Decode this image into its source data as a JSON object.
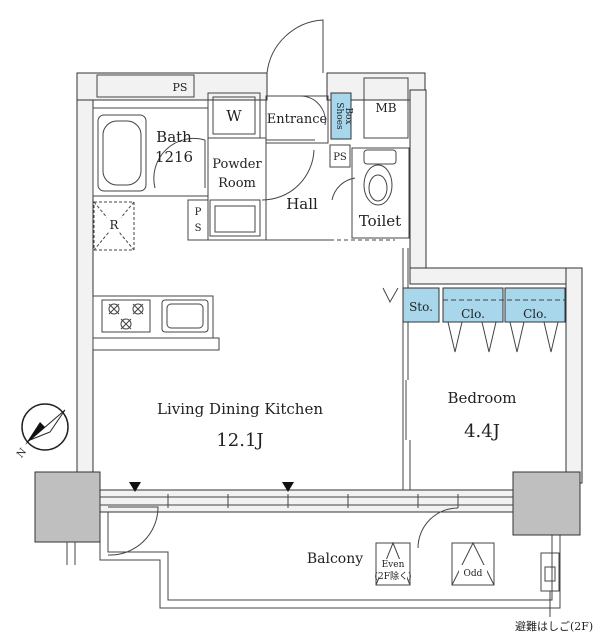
{
  "rooms": {
    "ps_top": "PS",
    "washer": "W",
    "entrance": "Entrance",
    "shoes_box_line1": "Shoes",
    "shoes_box_line2": "Box",
    "mb": "MB",
    "bath_name": "Bath",
    "bath_size": "1216",
    "powder_room_line1": "Powder",
    "powder_room_line2": "Room",
    "ps_mid": "PS",
    "ps_left_line1": "P",
    "ps_left_line2": "S",
    "hall": "Hall",
    "toilet": "Toilet",
    "r_mark": "R",
    "storage": "Sto.",
    "closet_1": "Clo.",
    "closet_2": "Clo.",
    "ldk_name": "Living Dining Kitchen",
    "ldk_size": "12.1J",
    "bedroom_name": "Bedroom",
    "bedroom_size": "4.4J",
    "balcony": "Balcony",
    "even_line1": "Even",
    "even_line2": "(2F除く)",
    "odd": "Odd",
    "evac_ladder": "避難はしご(2F)",
    "compass_n": "N"
  },
  "colors": {
    "closet_fill": "#a8d6ea",
    "wall_fill": "#f2f2f2",
    "grey_fill": "#bfbfbf"
  }
}
